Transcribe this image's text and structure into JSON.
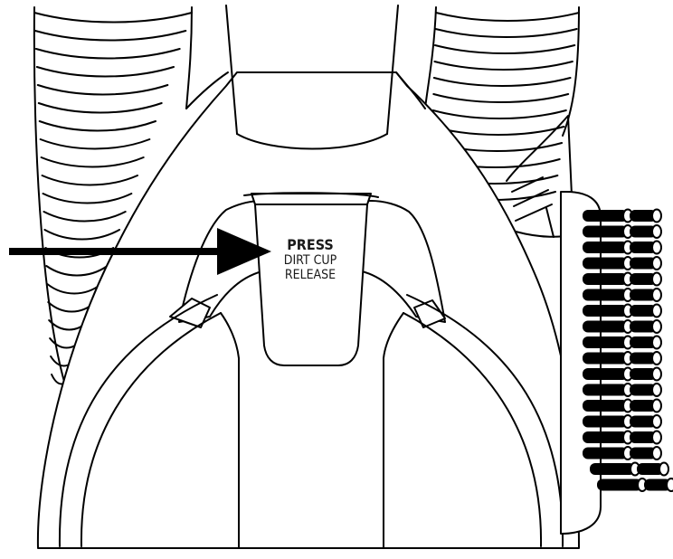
{
  "label": {
    "line1": "PRESS",
    "line2": "DIRT CUP",
    "line3": "RELEASE"
  },
  "colors": {
    "ink": "#000000",
    "paper": "#ffffff"
  }
}
